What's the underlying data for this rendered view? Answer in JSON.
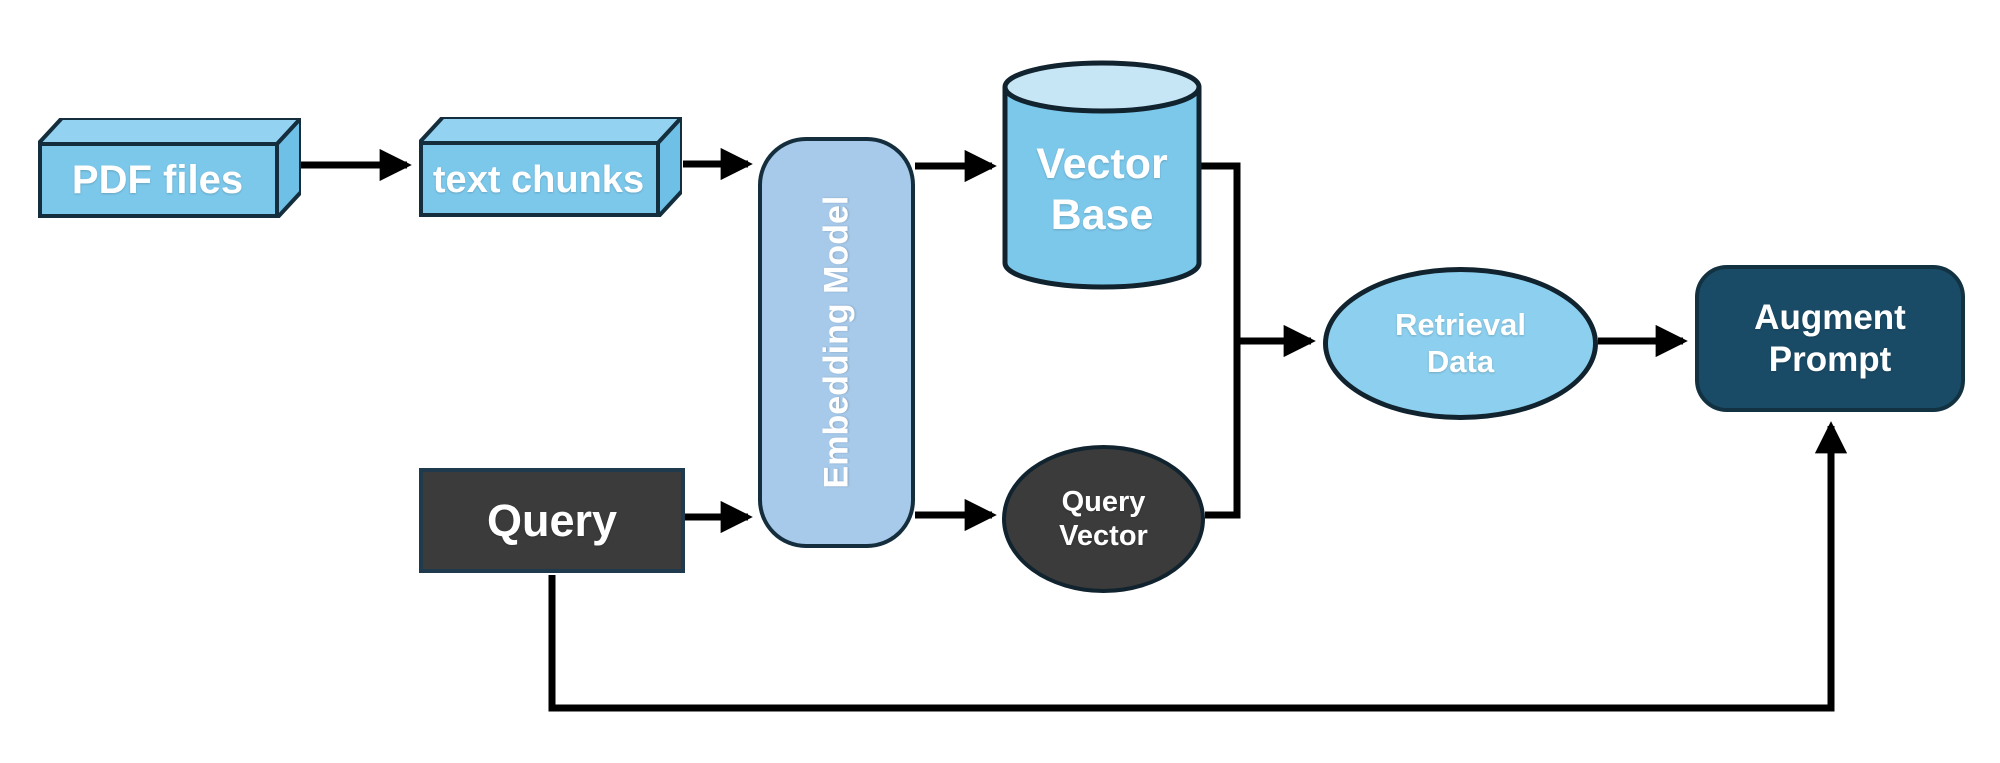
{
  "diagram": {
    "background": "#FFFFFF",
    "palette": {
      "sky_blue": "#7CC8EB",
      "sky_blue_top_face": "#93D2F0",
      "sky_blue_side_face": "#6FC0E6",
      "cylinder_lid": "#C6E6F6",
      "retrieval_blue": "#8CCFEE",
      "periwinkle_blue": "#A7CAEB",
      "dark_gray": "#3B3B3B",
      "dark_teal": "#1A4B66",
      "outline_navy": "#152E3D",
      "arrow_black": "#000000",
      "label_white": "#FFFFFF"
    },
    "nodes": {
      "pdf_files": {
        "label": "PDF files",
        "shape": "3d-box"
      },
      "text_chunks": {
        "label": "text chunks",
        "shape": "3d-box"
      },
      "embedding_model": {
        "label": "Embedding Model",
        "shape": "rounded-rect-vertical-text"
      },
      "vector_base": {
        "label": "Vector Base",
        "shape": "cylinder"
      },
      "query": {
        "label": "Query",
        "shape": "rect"
      },
      "query_vector": {
        "label": "Query Vector",
        "shape": "ellipse"
      },
      "retrieval_data": {
        "label": "Retrieval Data",
        "shape": "ellipse"
      },
      "augment_prompt": {
        "label": "Augment Prompt",
        "shape": "rounded-rect"
      }
    },
    "edges": [
      {
        "from": "pdf_files",
        "to": "text_chunks"
      },
      {
        "from": "text_chunks",
        "to": "embedding_model"
      },
      {
        "from": "embedding_model",
        "to": "vector_base"
      },
      {
        "from": "query",
        "to": "embedding_model"
      },
      {
        "from": "embedding_model",
        "to": "query_vector"
      },
      {
        "from": "vector_base",
        "to": "retrieval_data"
      },
      {
        "from": "query_vector",
        "to": "retrieval_data"
      },
      {
        "from": "retrieval_data",
        "to": "augment_prompt"
      },
      {
        "from": "query",
        "to": "augment_prompt"
      }
    ]
  }
}
